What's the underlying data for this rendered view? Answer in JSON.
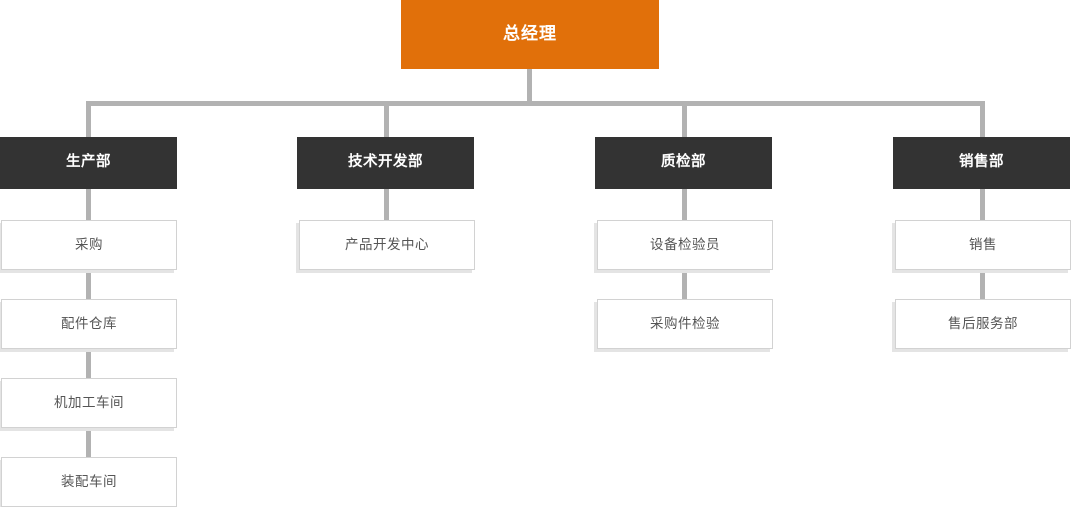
{
  "chart": {
    "type": "org-chart",
    "title": "",
    "root": {
      "label": "总经理",
      "color": "#e1700a",
      "text_color": "#ffffff"
    },
    "branch_color": "#b2b2b2",
    "departments": [
      {
        "label": "生产部",
        "color": "#333333",
        "text_color": "#ffffff",
        "children": [
          {
            "label": "采购"
          },
          {
            "label": "配件仓库"
          },
          {
            "label": "机加工车间"
          },
          {
            "label": "装配车间"
          }
        ]
      },
      {
        "label": "技术开发部",
        "color": "#333333",
        "text_color": "#ffffff",
        "children": [
          {
            "label": "产品开发中心"
          }
        ]
      },
      {
        "label": "质检部",
        "color": "#333333",
        "text_color": "#ffffff",
        "children": [
          {
            "label": "设备检验员"
          },
          {
            "label": "采购件检验"
          }
        ]
      },
      {
        "label": "销售部",
        "color": "#333333",
        "text_color": "#ffffff",
        "children": [
          {
            "label": "销售"
          },
          {
            "label": "售后服务部"
          }
        ]
      }
    ]
  }
}
